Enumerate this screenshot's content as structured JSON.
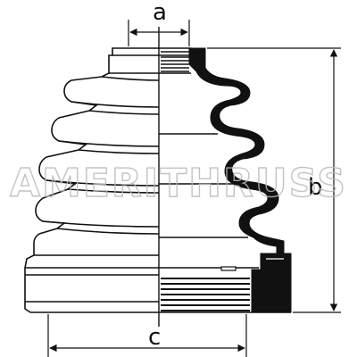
{
  "labels": {
    "a": "a",
    "b": "b",
    "c": "c"
  },
  "watermark": "AMERITHRUSS",
  "colors": {
    "ink": "#111111",
    "paper": "#ffffff",
    "watermark": "#b9b9b9"
  }
}
